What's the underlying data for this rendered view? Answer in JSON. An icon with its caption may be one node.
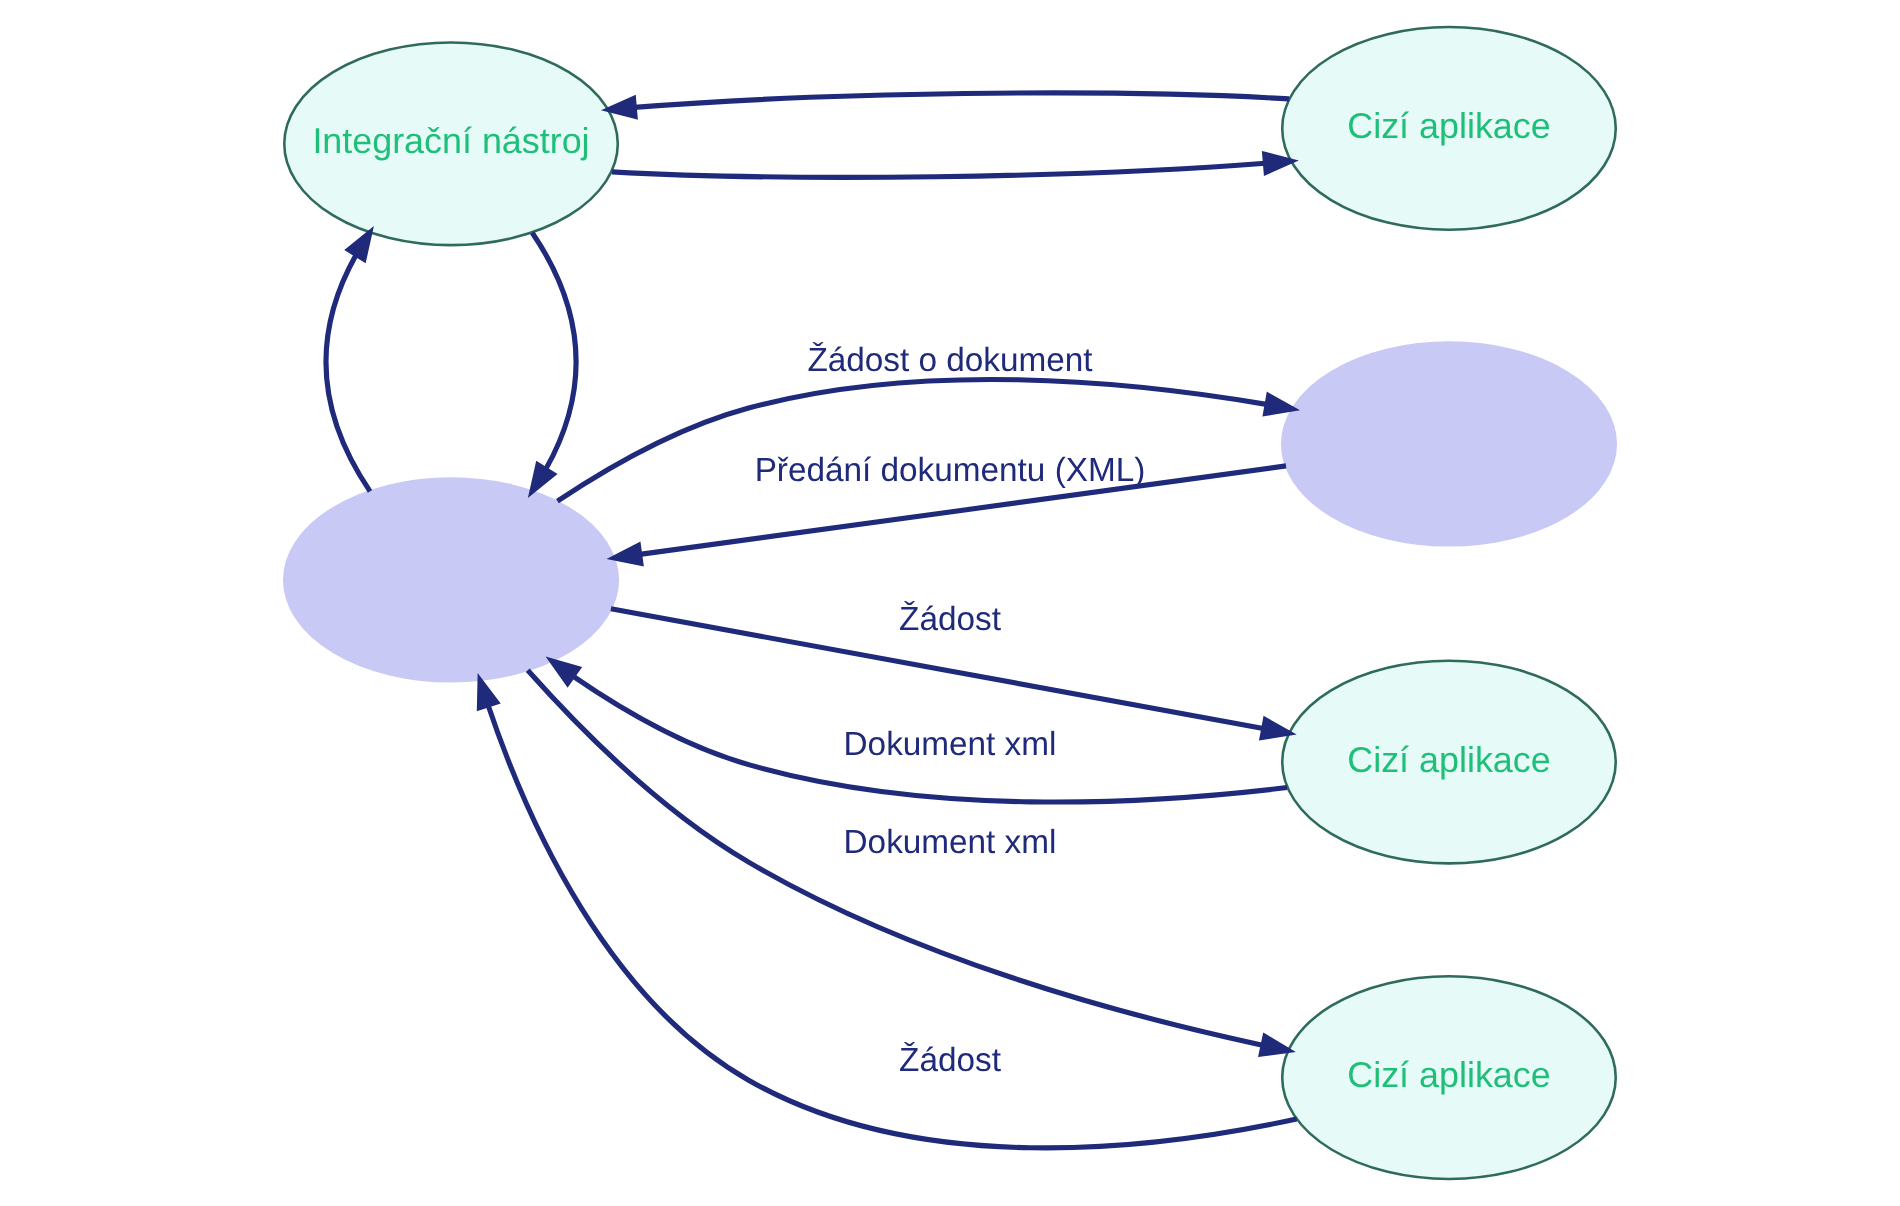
{
  "diagram": {
    "nodes": [
      {
        "text": [],
        "shape": "ellipse"
      },
      {
        "text": [],
        "shape": "ellipse"
      },
      {
        "text": [
          "Cizí aplikace"
        ]
      },
      {
        "text": [
          "Cizí aplikace"
        ]
      },
      {
        "text": [
          "Integrační nástroj"
        ]
      },
      {
        "text": [
          "Cizí aplikace"
        ]
      }
    ],
    "edges": [
      {
        "from": 0,
        "to": 1,
        "arrow": "to",
        "label": "Žádost o dokument"
      },
      {
        "from": 1,
        "to": 0,
        "arrow": "to",
        "label": "Předání dokumentu (XML)"
      },
      {
        "from": 0,
        "to": 2,
        "arrow": "to",
        "label": "Žádost"
      },
      {
        "from": 2,
        "to": 0,
        "arrow": "to",
        "label": "Dokument xml"
      },
      {
        "from": 0,
        "to": 3,
        "arrow": "to",
        "label": "Dokument xml"
      },
      {
        "from": 3,
        "to": 0,
        "arrow": "to",
        "label": "Žádost"
      },
      {
        "from": 4,
        "to": 0,
        "arrow": "to"
      },
      {
        "from": 0,
        "to": 4,
        "arrow": "to"
      },
      {
        "from": 4,
        "to": 5,
        "arrow": "to"
      },
      {
        "from": 5,
        "to": 4,
        "arrow": "to"
      }
    ]
  }
}
